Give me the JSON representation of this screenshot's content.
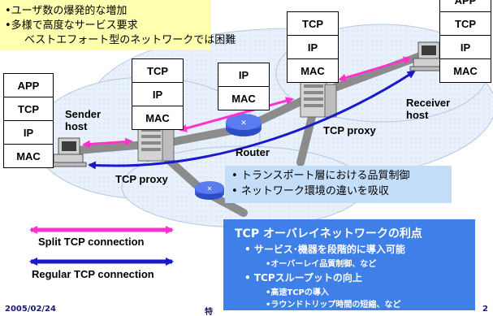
{
  "top_note": {
    "lines": [
      "•ユーザ数の爆発的な増加",
      "•多様で高度なサービス要求",
      "ベストエフォート型のネットワークでは困難"
    ]
  },
  "stacks": {
    "sender": [
      "APP",
      "TCP",
      "IP",
      "MAC"
    ],
    "proxy_left": [
      "TCP",
      "IP",
      "MAC"
    ],
    "router": [
      "IP",
      "MAC"
    ],
    "proxy_right": [
      "TCP",
      "IP",
      "MAC"
    ],
    "receiver": [
      "APP",
      "TCP",
      "IP",
      "MAC"
    ]
  },
  "labels": {
    "sender_host": "Sender host",
    "receiver_host": "Receiver host",
    "tcp_proxy_left": "TCP proxy",
    "tcp_proxy_right": "TCP proxy",
    "router": "Router"
  },
  "callout": {
    "items": [
      "トランスポート層における品質制御",
      "ネットワーク環境の違いを吸収"
    ]
  },
  "legend": {
    "split": "Split TCP connection",
    "regular": "Regular TCP connection"
  },
  "advantages": {
    "title": "TCP オーバレイネットワークの利点",
    "item1": "サービス･機器を段階的に導入可能",
    "item1_sub": "•オーバーレイ品質制御、など",
    "item2": "TCPスループットの向上",
    "item2_sub1": "•高速TCPの導入",
    "item2_sub2": "•ラウンドトリップ時間の短縮、など"
  },
  "footer": {
    "date": "2005/02/24",
    "mid": "特",
    "page": "2"
  },
  "colors": {
    "split": "#ff33cc",
    "regular": "#1a1acc",
    "callout_bg": "#c4ddf8",
    "advantages_bg": "#3f7fe8",
    "note_bg": "#ffffb0"
  }
}
